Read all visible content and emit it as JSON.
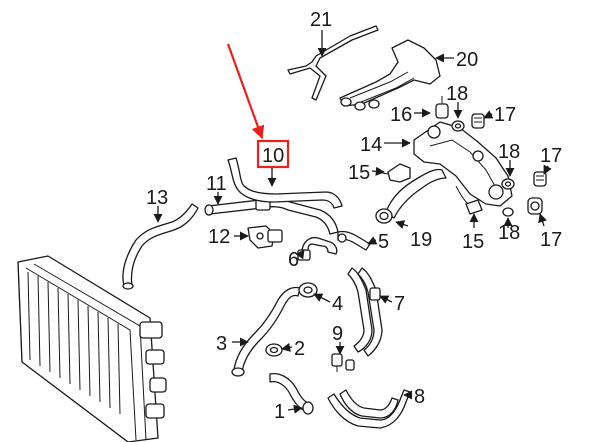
{
  "callouts": {
    "c1": "1",
    "c2": "2",
    "c3": "3",
    "c4": "4",
    "c5": "5",
    "c6": "6",
    "c7": "7",
    "c8": "8",
    "c9": "9",
    "c10": "10",
    "c11": "11",
    "c12": "12",
    "c13": "13",
    "c14": "14",
    "c15a": "15",
    "c15b": "15",
    "c16": "16",
    "c17a": "17",
    "c17b": "17",
    "c17c": "17",
    "c18a": "18",
    "c18b": "18",
    "c18c": "18",
    "c19": "19",
    "c20": "20",
    "c21": "21"
  },
  "highlight": {
    "part": "10",
    "box_color": "#e8211d",
    "arrow_color": "#e8211d"
  }
}
